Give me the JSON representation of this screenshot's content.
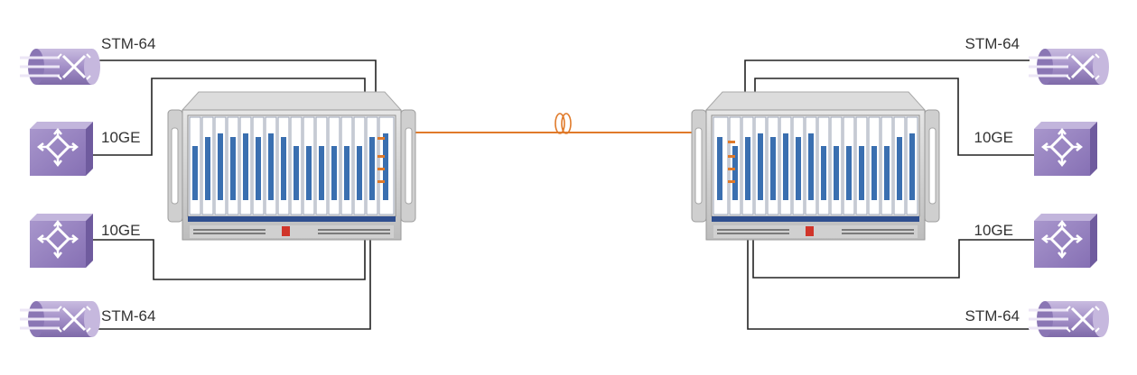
{
  "labels": {
    "left_top": "STM-64",
    "left_upper_mid": "10GE",
    "left_lower_mid": "10GE",
    "left_bottom": "STM-64",
    "right_top": "STM-64",
    "right_upper_mid": "10GE",
    "right_lower_mid": "10GE",
    "right_bottom": "STM-64"
  },
  "colors": {
    "router": "#a492c8",
    "switch": "#9a86c2",
    "chassis": "#d9d9d9",
    "fiber": "#e07a2a",
    "wire": "#222222"
  },
  "icons": {
    "stm_device": "sdh-router-icon",
    "ge_device": "ethernet-switch-icon",
    "fiber_coil": "fiber-coil-icon",
    "chassis": "equipment-chassis-icon"
  }
}
